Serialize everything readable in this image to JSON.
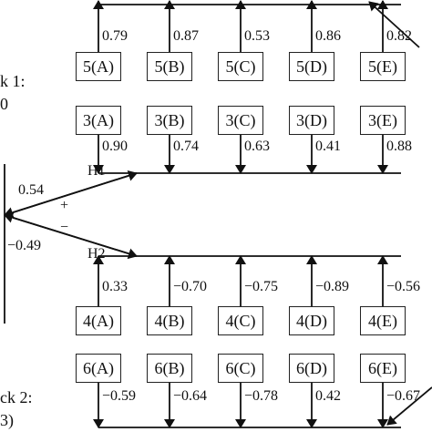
{
  "side_labels": {
    "block1_line1": "k 1:",
    "block1_line2": "0",
    "block2_line1": "ck 2:",
    "block2_line2": "3)"
  },
  "hypotheses": {
    "h1": "H1",
    "h2": "H2",
    "plus": "+",
    "minus": "−"
  },
  "central": {
    "h1_weight": "0.54",
    "h2_weight": "−0.49"
  },
  "rows": [
    {
      "name": "row-5",
      "items": [
        {
          "box": "5(A)",
          "weight": "0.79"
        },
        {
          "box": "5(B)",
          "weight": "0.87"
        },
        {
          "box": "5(C)",
          "weight": "0.53"
        },
        {
          "box": "5(D)",
          "weight": "0.86"
        },
        {
          "box": "5(E)",
          "weight": "0.82"
        }
      ]
    },
    {
      "name": "row-3",
      "items": [
        {
          "box": "3(A)",
          "weight": "0.90"
        },
        {
          "box": "3(B)",
          "weight": "0.74"
        },
        {
          "box": "3(C)",
          "weight": "0.63"
        },
        {
          "box": "3(D)",
          "weight": "0.41"
        },
        {
          "box": "3(E)",
          "weight": "0.88"
        }
      ]
    },
    {
      "name": "row-4",
      "items": [
        {
          "box": "4(A)",
          "weight": "0.33"
        },
        {
          "box": "4(B)",
          "weight": "−0.70"
        },
        {
          "box": "4(C)",
          "weight": "−0.75"
        },
        {
          "box": "4(D)",
          "weight": "−0.89"
        },
        {
          "box": "4(E)",
          "weight": "−0.56"
        }
      ]
    },
    {
      "name": "row-6",
      "items": [
        {
          "box": "6(A)",
          "weight": "−0.59"
        },
        {
          "box": "6(B)",
          "weight": "−0.64"
        },
        {
          "box": "6(C)",
          "weight": "−0.78"
        },
        {
          "box": "6(D)",
          "weight": "0.42"
        },
        {
          "box": "6(E)",
          "weight": "−0.67"
        }
      ]
    }
  ]
}
